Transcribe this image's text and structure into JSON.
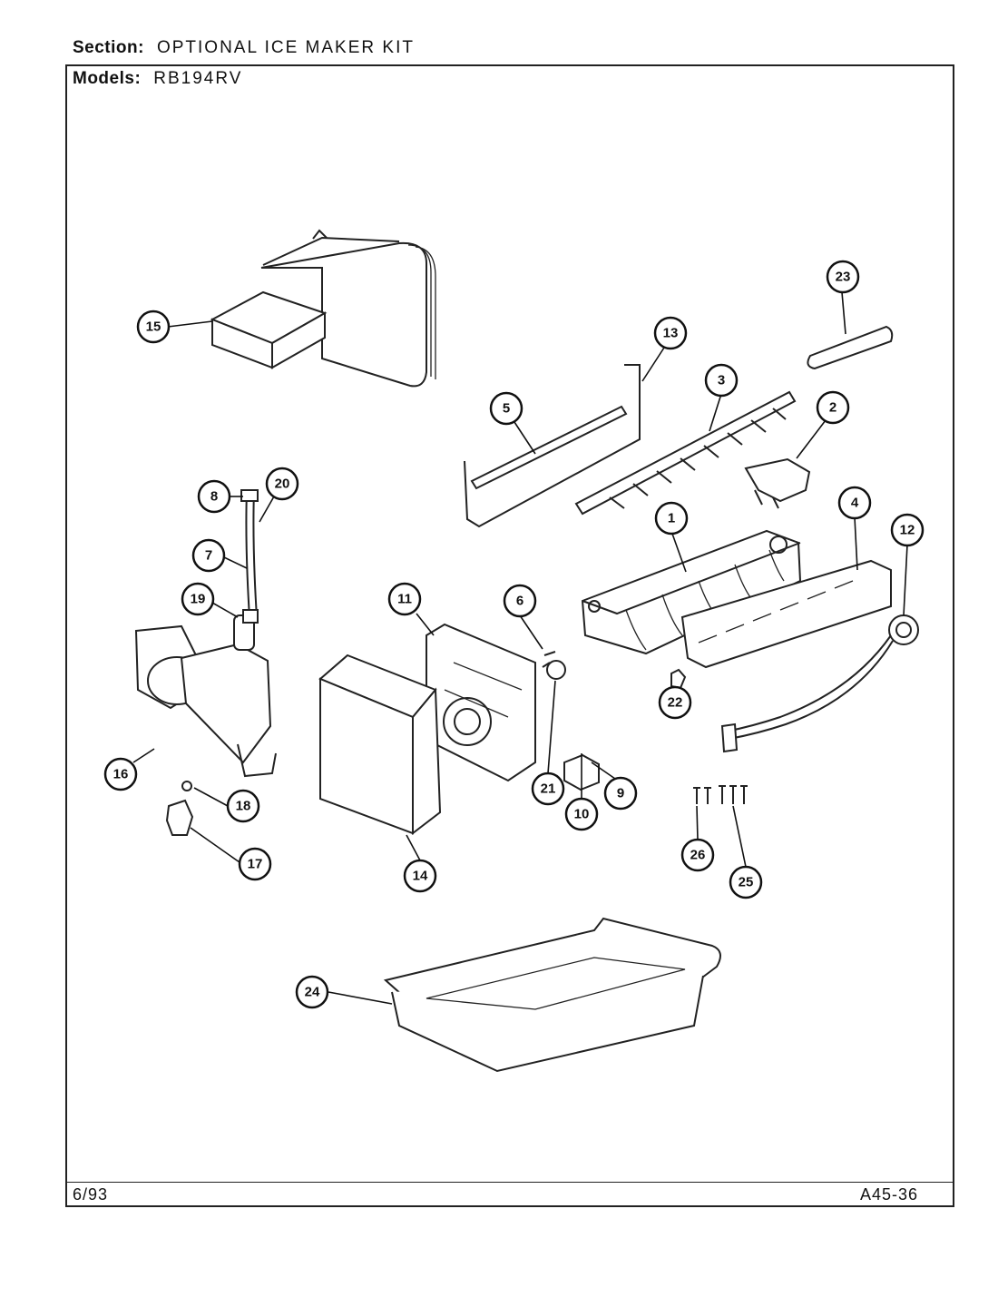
{
  "header": {
    "section_label": "Section:",
    "section_value": "OPTIONAL ICE MAKER KIT",
    "models_label": "Models:",
    "models_value": "RB194RV"
  },
  "footer": {
    "date": "6/93",
    "code": "A45-36"
  },
  "callouts": [
    "1",
    "2",
    "3",
    "4",
    "5",
    "6",
    "7",
    "8",
    "9",
    "10",
    "11",
    "12",
    "13",
    "14",
    "15",
    "16",
    "17",
    "18",
    "19",
    "20",
    "21",
    "22",
    "23",
    "24",
    "25",
    "26"
  ]
}
